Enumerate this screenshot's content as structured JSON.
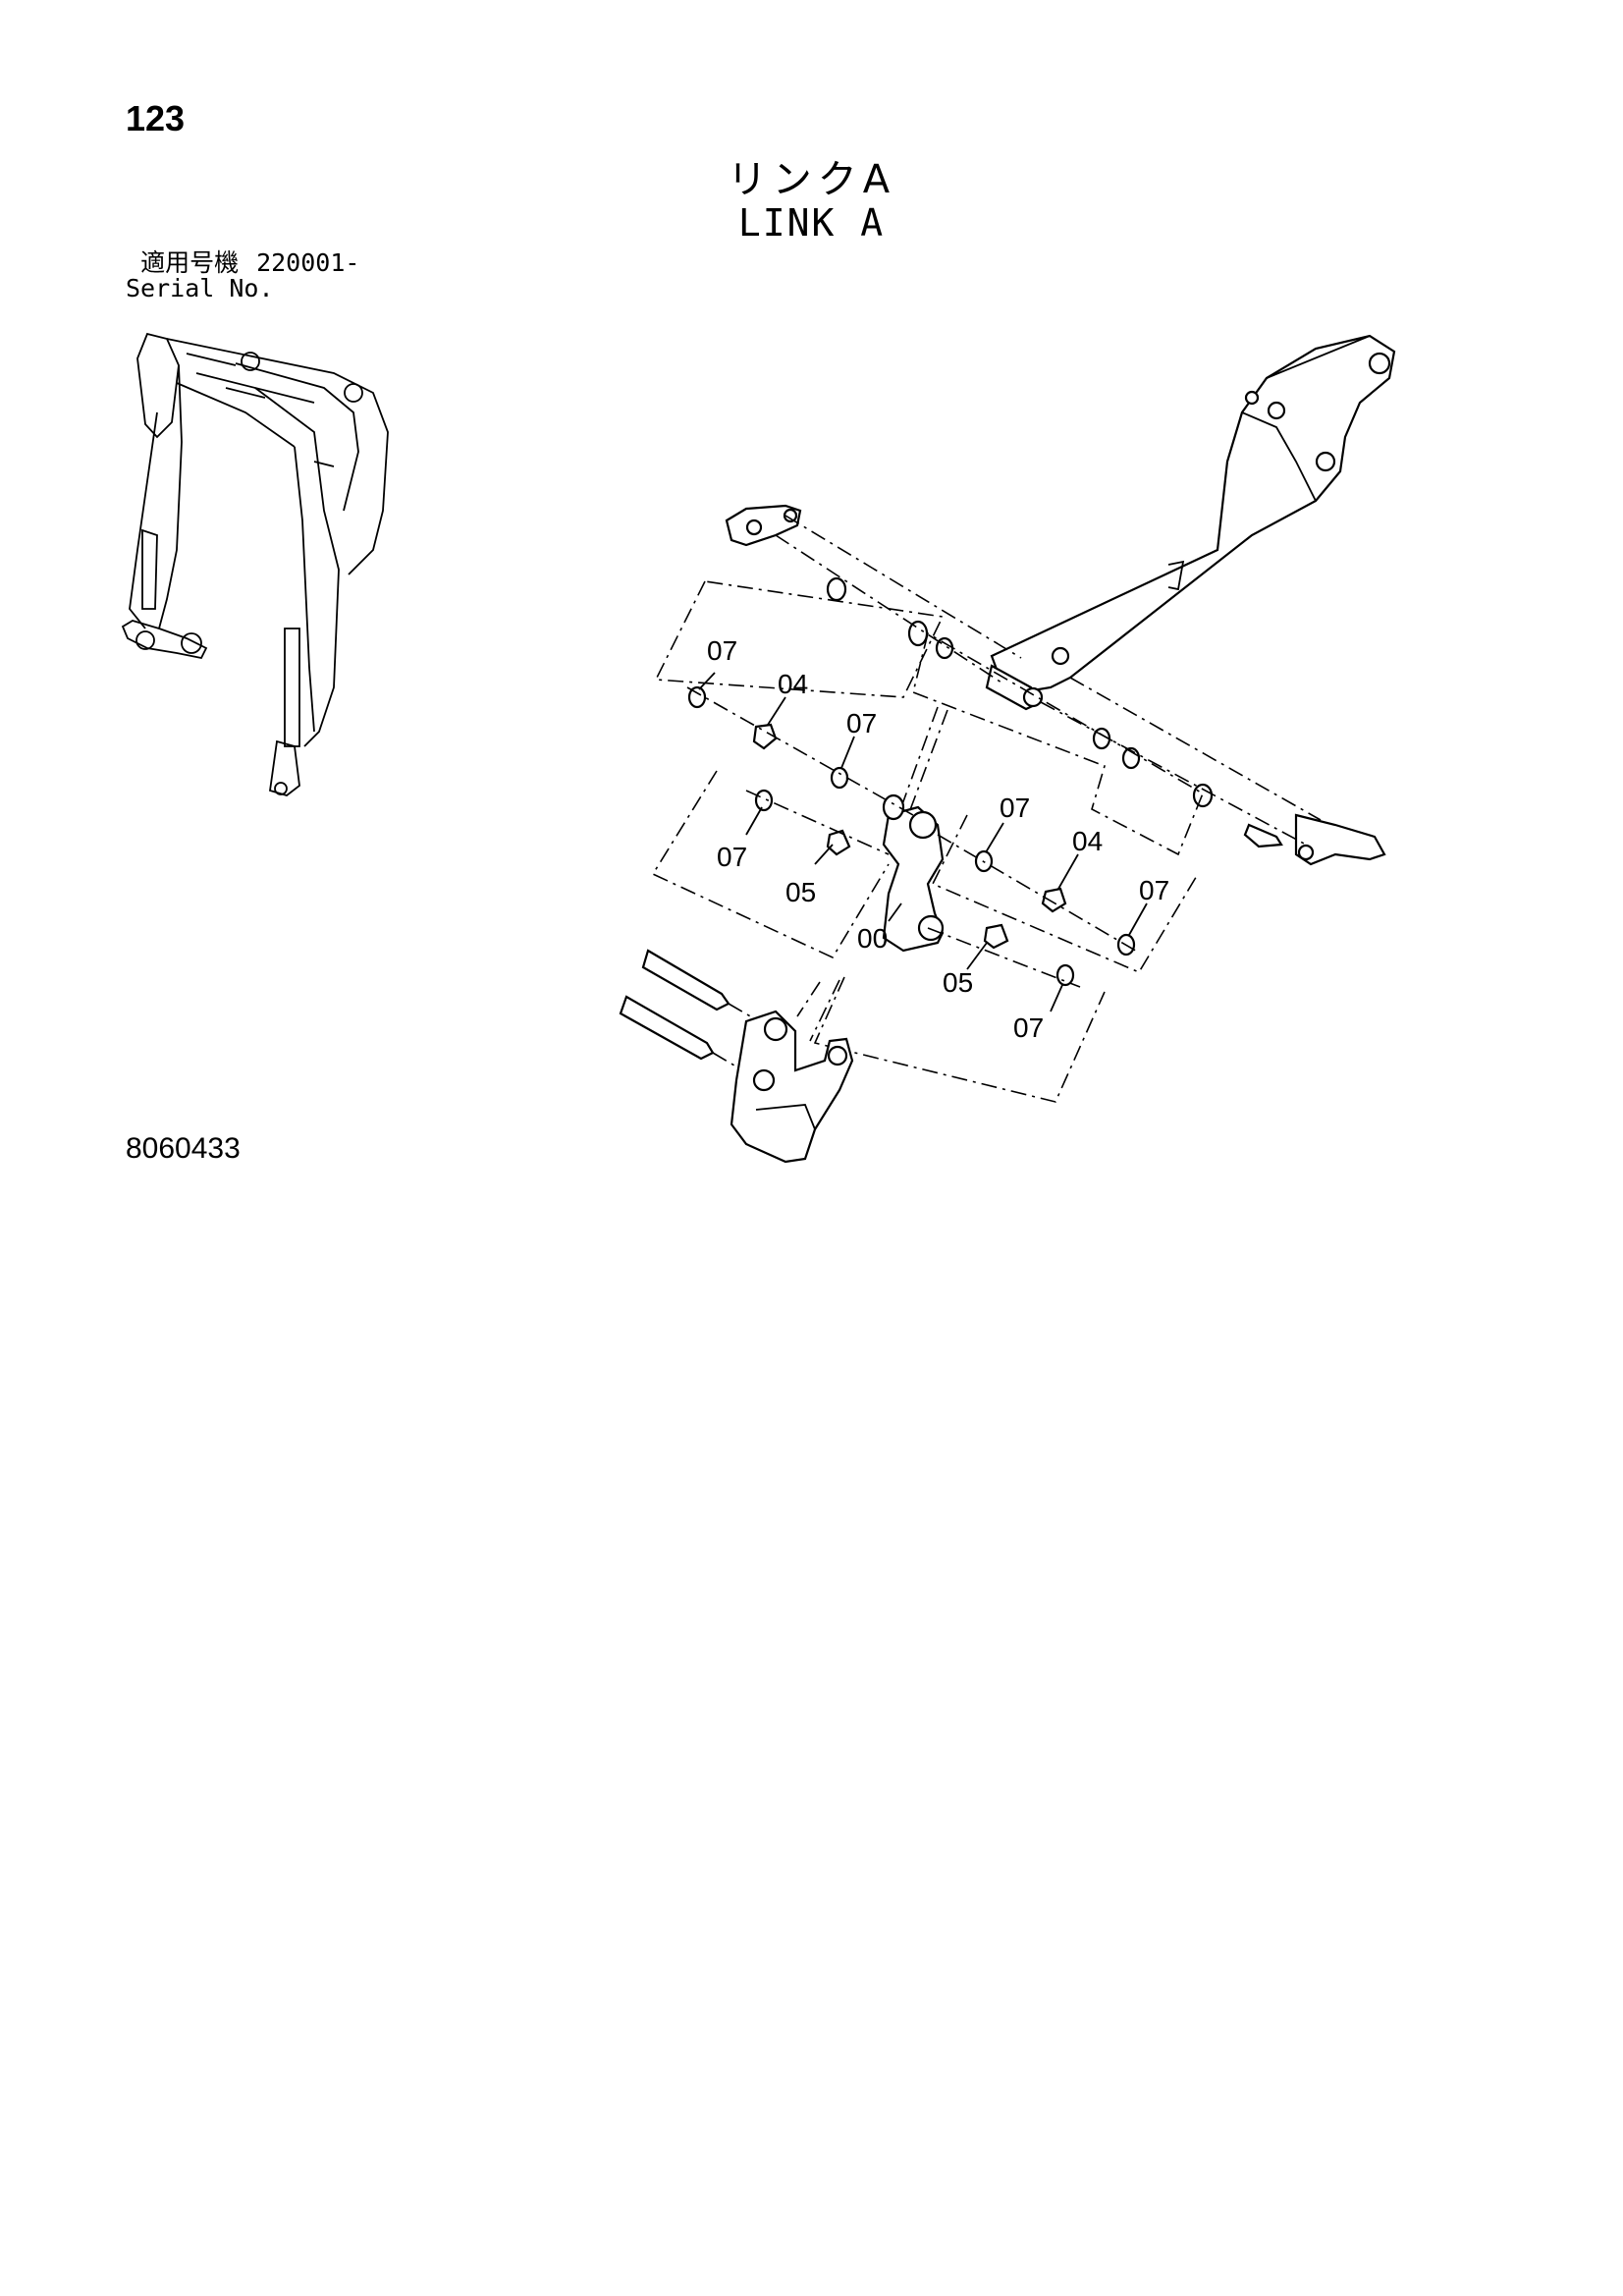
{
  "page_number": "123",
  "title_jp": "リンクA",
  "title_en": "LINK A",
  "serial": {
    "label_jp": "適用号機",
    "value": "220001-",
    "label_en": "Serial No."
  },
  "callouts": [
    {
      "id": "c1",
      "text": "07"
    },
    {
      "id": "c2",
      "text": "04"
    },
    {
      "id": "c3",
      "text": "07"
    },
    {
      "id": "c4",
      "text": "07"
    },
    {
      "id": "c5",
      "text": "05"
    },
    {
      "id": "c6",
      "text": "07"
    },
    {
      "id": "c7",
      "text": "04"
    },
    {
      "id": "c8",
      "text": "07"
    },
    {
      "id": "c9",
      "text": "00"
    },
    {
      "id": "c10",
      "text": "05"
    },
    {
      "id": "c11",
      "text": "07"
    }
  ],
  "drawing_id": "8060433"
}
